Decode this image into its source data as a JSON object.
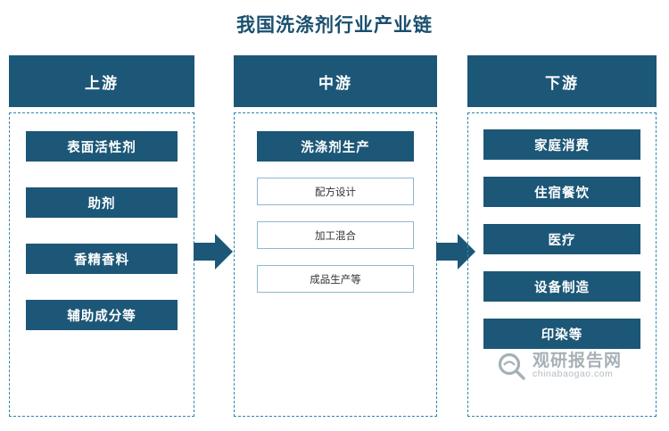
{
  "title": "我国洗涤剂行业产业链",
  "colors": {
    "header_bg": "#1c5777",
    "node_bg": "#1c5777",
    "dashed_border": "#2e86ab",
    "title_color": "#1a4f6e",
    "subnode_border": "#8fb8d0"
  },
  "columns": [
    {
      "key": "upstream",
      "header": "上游",
      "nodes": [
        {
          "label": "表面活性剂"
        },
        {
          "label": "助剂"
        },
        {
          "label": "香精香料"
        },
        {
          "label": "辅助成分等"
        }
      ]
    },
    {
      "key": "midstream",
      "header": "中游",
      "nodes": [
        {
          "label": "洗涤剂生产"
        }
      ],
      "subnodes": [
        {
          "label": "配方设计"
        },
        {
          "label": "加工混合"
        },
        {
          "label": "成品生产等"
        }
      ]
    },
    {
      "key": "downstream",
      "header": "下游",
      "nodes": [
        {
          "label": "家庭消费"
        },
        {
          "label": "住宿餐饮"
        },
        {
          "label": "医疗"
        },
        {
          "label": "设备制造"
        },
        {
          "label": "印染等"
        }
      ]
    }
  ],
  "arrows": [
    {
      "name": "arrow-upstream-to-midstream"
    },
    {
      "name": "arrow-midstream-to-downstream"
    }
  ],
  "watermark": {
    "cn": "观研报告网",
    "en": "chinabaogao.com"
  }
}
